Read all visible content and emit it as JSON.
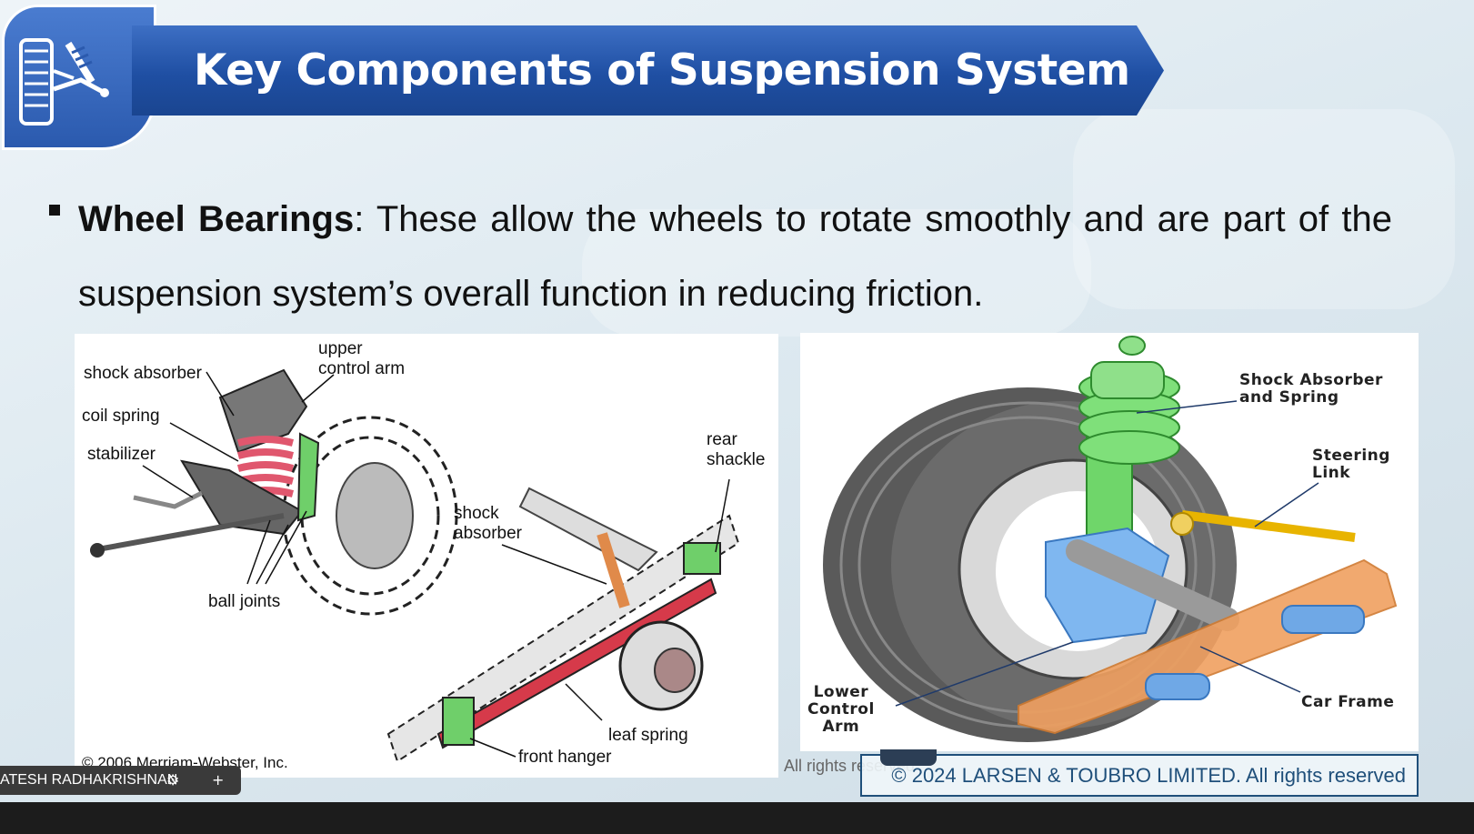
{
  "slide": {
    "title": "Key Components of Suspension System",
    "bullet_term": "Wheel Bearings",
    "bullet_text": ": These allow the wheels to rotate smoothly and are part of the suspension system’s overall function in reducing friction."
  },
  "left_figure": {
    "labels": {
      "shock_absorber": "shock absorber",
      "upper_control_arm": "upper\ncontrol arm",
      "coil_spring": "coil spring",
      "stabilizer": "stabilizer",
      "ball_joints": "ball joints",
      "rear_shackle": "rear\nshackle",
      "shock_absorber_2": "shock\nabsorber",
      "leaf_spring": "leaf spring",
      "front_hanger": "front hanger"
    },
    "copyright": "© 2006 Merriam-Webster, Inc."
  },
  "right_figure": {
    "labels": {
      "shock_absorber_spring": "Shock Absorber\nand Spring",
      "steering_link": "Steering\nLink",
      "lower_control_arm": "Lower\nControl\nArm",
      "car_frame": "Car Frame"
    }
  },
  "footer": {
    "ghost_text": "All rights reserved",
    "copyright": "© 2024 LARSEN & TOUBRO LIMITED. All rights reserved"
  },
  "presenter": {
    "name": "ATESH RADHAKRISHNAN",
    "share_icon": "people-icon",
    "add_icon": "plus-icon"
  },
  "colors": {
    "banner": "#1f4fa3",
    "footer_text": "#1f4f7a",
    "coil_spring": "#e0576e",
    "leaf_spring": "#d63a4a",
    "shock_green": "#6fd66a",
    "frame_orange": "#f0a060",
    "arm_blue": "#7fb7f0"
  }
}
